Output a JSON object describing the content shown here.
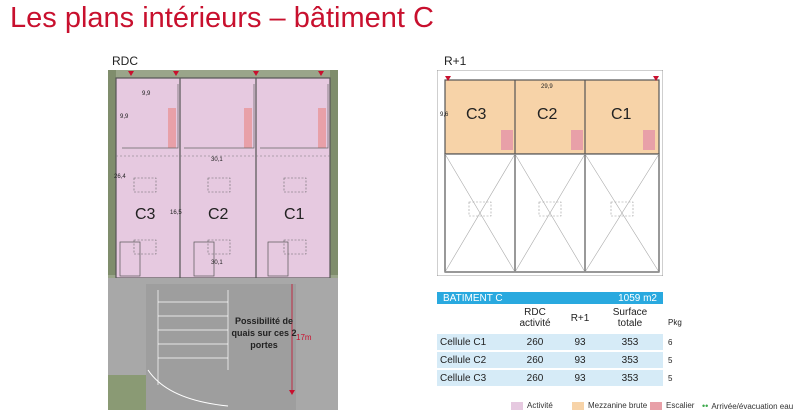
{
  "title": "Les plans intérieurs – bâtiment C",
  "rdc": {
    "label": "RDC",
    "cells": [
      "C3",
      "C2",
      "C1"
    ],
    "dims": {
      "w_small": "9,9",
      "h_small": "9,9",
      "w_mid": "30,1",
      "h_total": "26,4",
      "h_inner": "16,5",
      "w_bottom": "30,1"
    },
    "note": [
      "Possibilité de",
      "quais sur ces 2",
      "portes"
    ],
    "distance": "17m"
  },
  "r1": {
    "label": "R+1",
    "cells": [
      "C3",
      "C2",
      "C1"
    ],
    "dims": {
      "width": "29,9",
      "height": "9,6"
    }
  },
  "table": {
    "title": "BATIMENT C",
    "total": "1059 m2",
    "headers": [
      "",
      "RDC activité",
      "R+1",
      "Surface totale"
    ],
    "pkg_header": "Pkg",
    "rows": [
      {
        "name": "Cellule C1",
        "rdc": "260",
        "r1": "93",
        "total": "353",
        "pkg": "6"
      },
      {
        "name": "Cellule C2",
        "rdc": "260",
        "r1": "93",
        "total": "353",
        "pkg": "5"
      },
      {
        "name": "Cellule C3",
        "rdc": "260",
        "r1": "93",
        "total": "353",
        "pkg": "5"
      }
    ]
  },
  "legend": [
    {
      "label": "Activité",
      "color": "#e6c9e0"
    },
    {
      "label": "Mezzanine brute",
      "color": "#f7d3a8"
    },
    {
      "label": "Escalier",
      "color": "#e8a0a8"
    },
    {
      "label": "Arrivée/évacuation eau",
      "color": "#3aa84a"
    }
  ],
  "colors": {
    "brand": "#c8102e",
    "table_header": "#29a9df",
    "table_row": "#d6ebf7"
  }
}
